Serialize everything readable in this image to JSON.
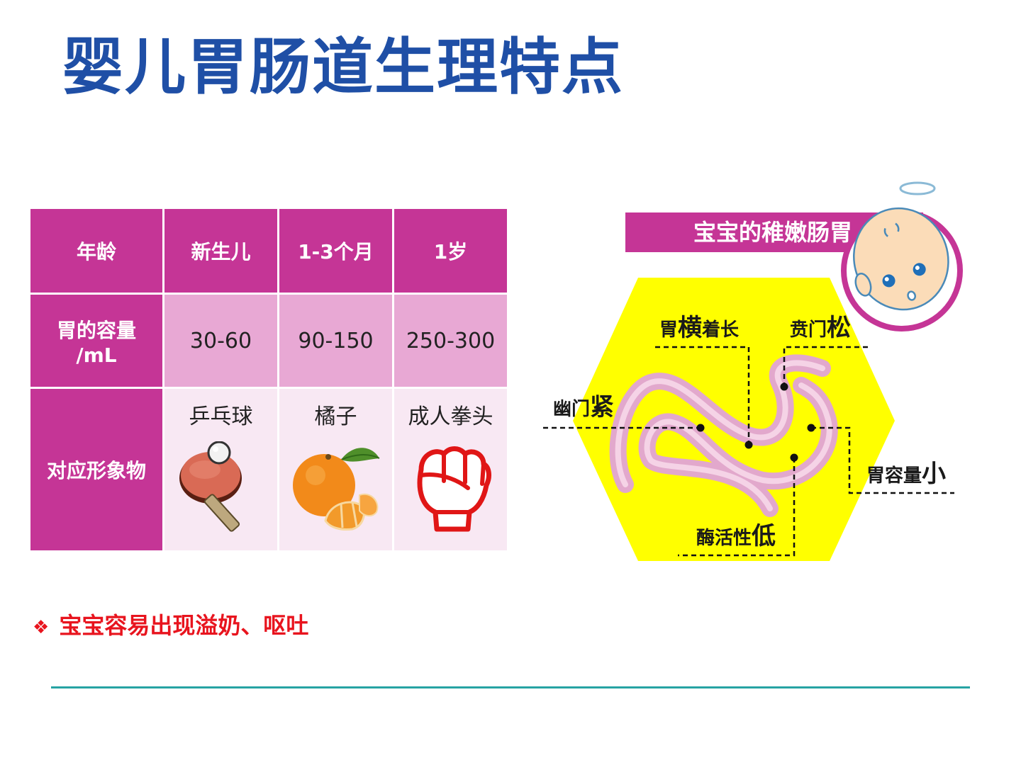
{
  "title": "婴儿胃肠道生理特点",
  "table": {
    "headers": [
      "年龄",
      "新生儿",
      "1-3个月",
      "1岁"
    ],
    "capacity_label_line1": "胃的容量",
    "capacity_label_line2": "/mL",
    "capacity_values": [
      "30-60",
      "90-150",
      "250-300"
    ],
    "object_label": "对应形象物",
    "objects": [
      "乒乓球",
      "橘子",
      "成人拳头"
    ],
    "object_icons": [
      "ping-pong-paddle-icon",
      "orange-icon",
      "fist-icon"
    ]
  },
  "note": {
    "bullet": "❖",
    "text": "宝宝容易出现溢奶、呕吐"
  },
  "diagram": {
    "banner": "宝宝的稚嫩肠胃",
    "labels": {
      "stomach_horizontal": {
        "small": "胃",
        "big": "横",
        "rest": "着长"
      },
      "cardia": {
        "small": "贲门",
        "big": "松"
      },
      "pylorus": {
        "small": "幽门",
        "big": "紧"
      },
      "capacity": {
        "small": "胃容量",
        "big": "小"
      },
      "enzyme": {
        "small": "酶活性",
        "big": "低"
      }
    }
  },
  "colors": {
    "title": "#1f4fa6",
    "header_magenta": "#c53596",
    "value_pink": "#e8a8d4",
    "light_pink": "#f8e8f3",
    "note_red": "#e8141e",
    "hexagon_yellow": "#ffff00",
    "divider_teal": "#26a3a3"
  }
}
